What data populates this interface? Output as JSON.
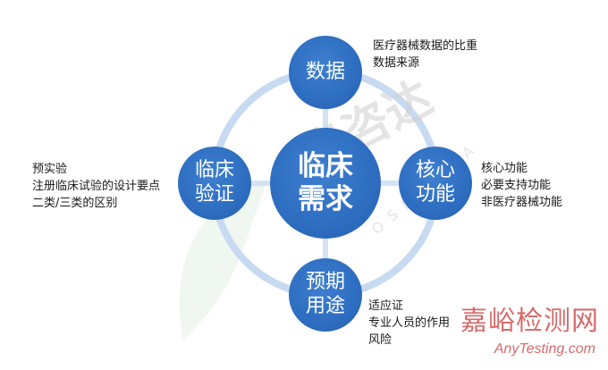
{
  "center": {
    "label": "临床\n需求"
  },
  "nodes": {
    "top": {
      "label": "数据"
    },
    "right": {
      "label": "核心\n功能"
    },
    "bottom": {
      "label": "预期\n用途"
    },
    "left": {
      "label": "临床\n验证"
    }
  },
  "annotations": {
    "top": [
      "医疗器械数据的比重",
      "数据来源"
    ],
    "right": [
      "核心功能",
      "必要支持功能",
      "非医疗器械功能"
    ],
    "bottom": [
      "适应证",
      "专业人员的作用",
      "风险"
    ],
    "left": [
      "预实验",
      "注册临床试验的设计要点",
      "二类/三类的区别"
    ]
  },
  "watermark": {
    "center_text": "奥咨达",
    "center_subtext": "OSMUNDA",
    "logo_cn": "嘉峪检测网",
    "logo_en": "AnyTesting.com"
  },
  "colors": {
    "node_fill": "#2f6fc2",
    "ring_stroke": "#c7daf1",
    "spoke_stroke": "#d5e2f3",
    "text": "#1a1a1a",
    "logo": "#d76a6a"
  }
}
